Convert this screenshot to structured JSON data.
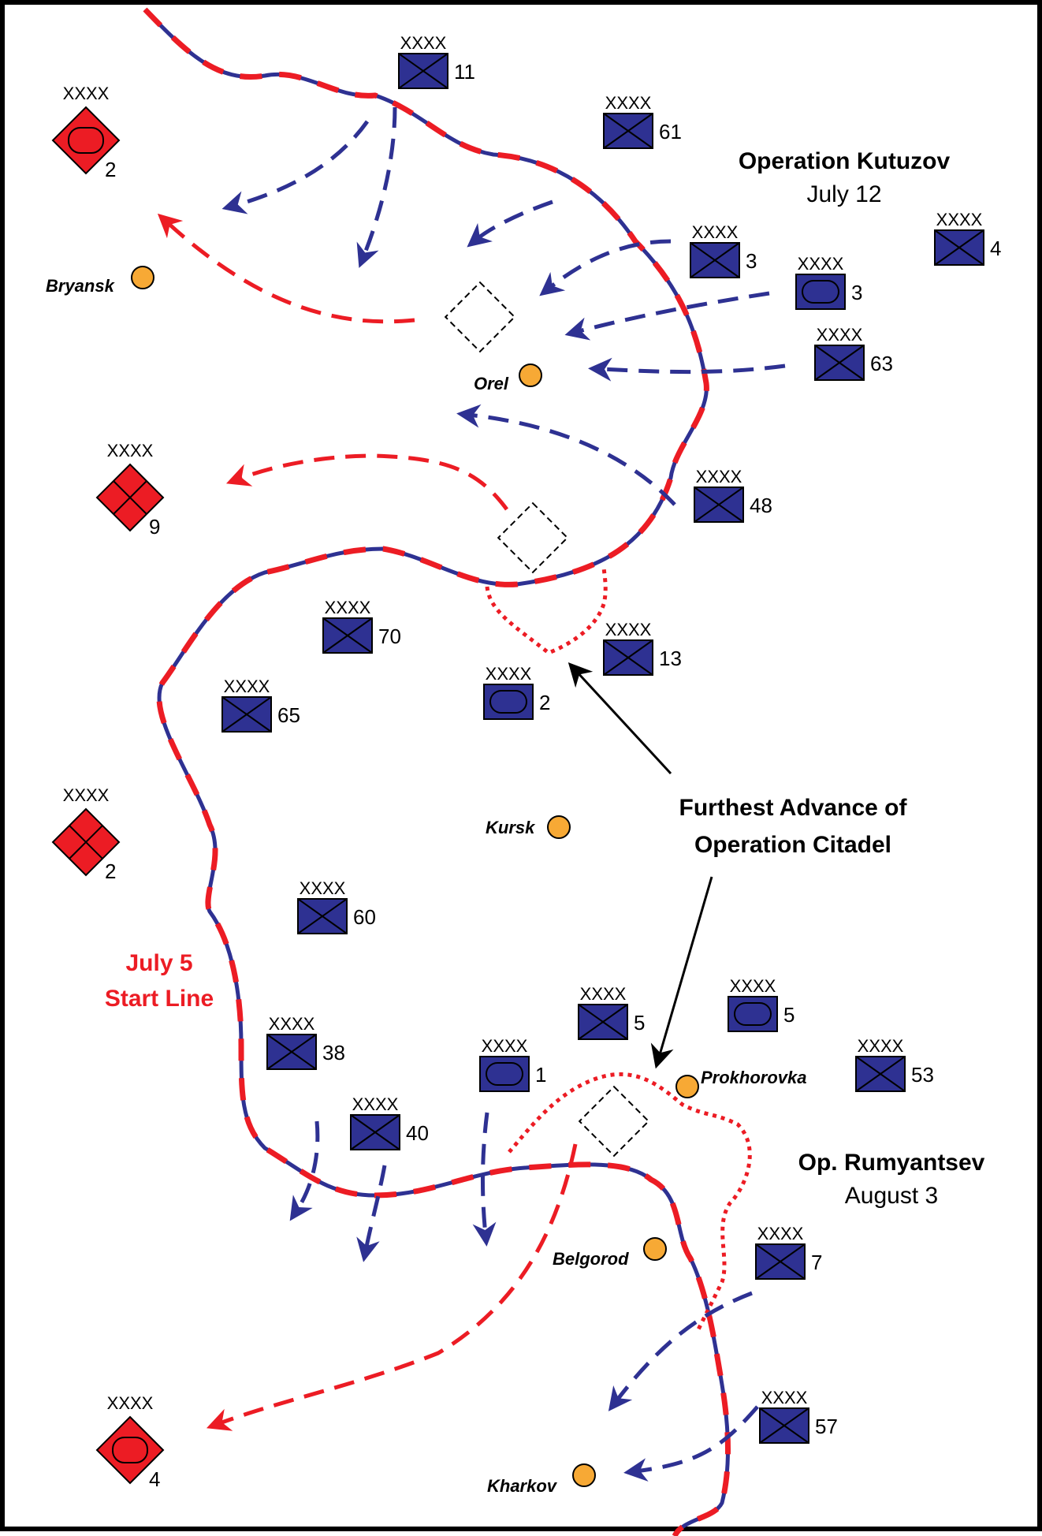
{
  "colors": {
    "soviet": "#2e3192",
    "german": "#ec1c24",
    "city": "#f7a935",
    "line_red": "#ec1c24",
    "line_blue": "#2e3192"
  },
  "echelon": "XXXX",
  "operations": {
    "kutuzov": {
      "title": "Operation Kutuzov",
      "date": "July 12"
    },
    "rumyantsev": {
      "title": "Op. Rumyantsev",
      "date": "August 3"
    },
    "citadel": {
      "line1": "Furthest Advance of",
      "line2": "Operation Citadel"
    },
    "start_line": {
      "line1": "July 5",
      "line2": "Start Line"
    }
  },
  "cities": [
    {
      "name": "Bryansk"
    },
    {
      "name": "Orel"
    },
    {
      "name": "Kursk"
    },
    {
      "name": "Prokhorovka"
    },
    {
      "name": "Belgorod"
    },
    {
      "name": "Kharkov"
    }
  ],
  "soviet_units": [
    {
      "number": "11",
      "type": "infantry"
    },
    {
      "number": "61",
      "type": "infantry"
    },
    {
      "number": "3",
      "type": "infantry"
    },
    {
      "number": "4",
      "type": "infantry"
    },
    {
      "number": "3",
      "type": "armor"
    },
    {
      "number": "63",
      "type": "infantry"
    },
    {
      "number": "48",
      "type": "infantry"
    },
    {
      "number": "70",
      "type": "infantry"
    },
    {
      "number": "13",
      "type": "infantry"
    },
    {
      "number": "2",
      "type": "armor"
    },
    {
      "number": "65",
      "type": "infantry"
    },
    {
      "number": "60",
      "type": "infantry"
    },
    {
      "number": "5",
      "type": "infantry"
    },
    {
      "number": "5",
      "type": "armor"
    },
    {
      "number": "38",
      "type": "infantry"
    },
    {
      "number": "1",
      "type": "armor"
    },
    {
      "number": "53",
      "type": "infantry"
    },
    {
      "number": "40",
      "type": "infantry"
    },
    {
      "number": "7",
      "type": "infantry"
    },
    {
      "number": "57",
      "type": "infantry"
    }
  ],
  "german_units": [
    {
      "number": "2",
      "type": "panzer"
    },
    {
      "number": "9",
      "type": "infantry"
    },
    {
      "number": "2",
      "type": "infantry"
    },
    {
      "number": "4",
      "type": "panzer"
    }
  ],
  "reserve_markers": [
    {
      "name": "reserve-1"
    },
    {
      "name": "reserve-2"
    },
    {
      "name": "reserve-3"
    }
  ]
}
